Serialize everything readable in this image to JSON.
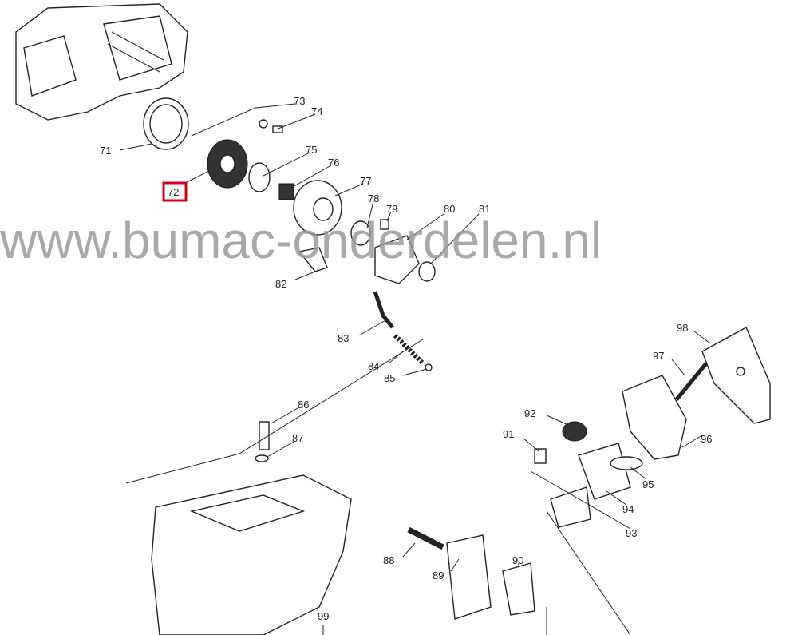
{
  "watermark": "www.bumac-onderdelen.nl",
  "highlight_color": "#d0021b",
  "highlighted_part": "72",
  "part_labels": [
    "71",
    "72",
    "73",
    "74",
    "75",
    "76",
    "77",
    "78",
    "79",
    "80",
    "81",
    "82",
    "83",
    "84",
    "85",
    "86",
    "87",
    "88",
    "89",
    "90",
    "91",
    "92",
    "93",
    "94",
    "95",
    "96",
    "97",
    "98",
    "99"
  ]
}
